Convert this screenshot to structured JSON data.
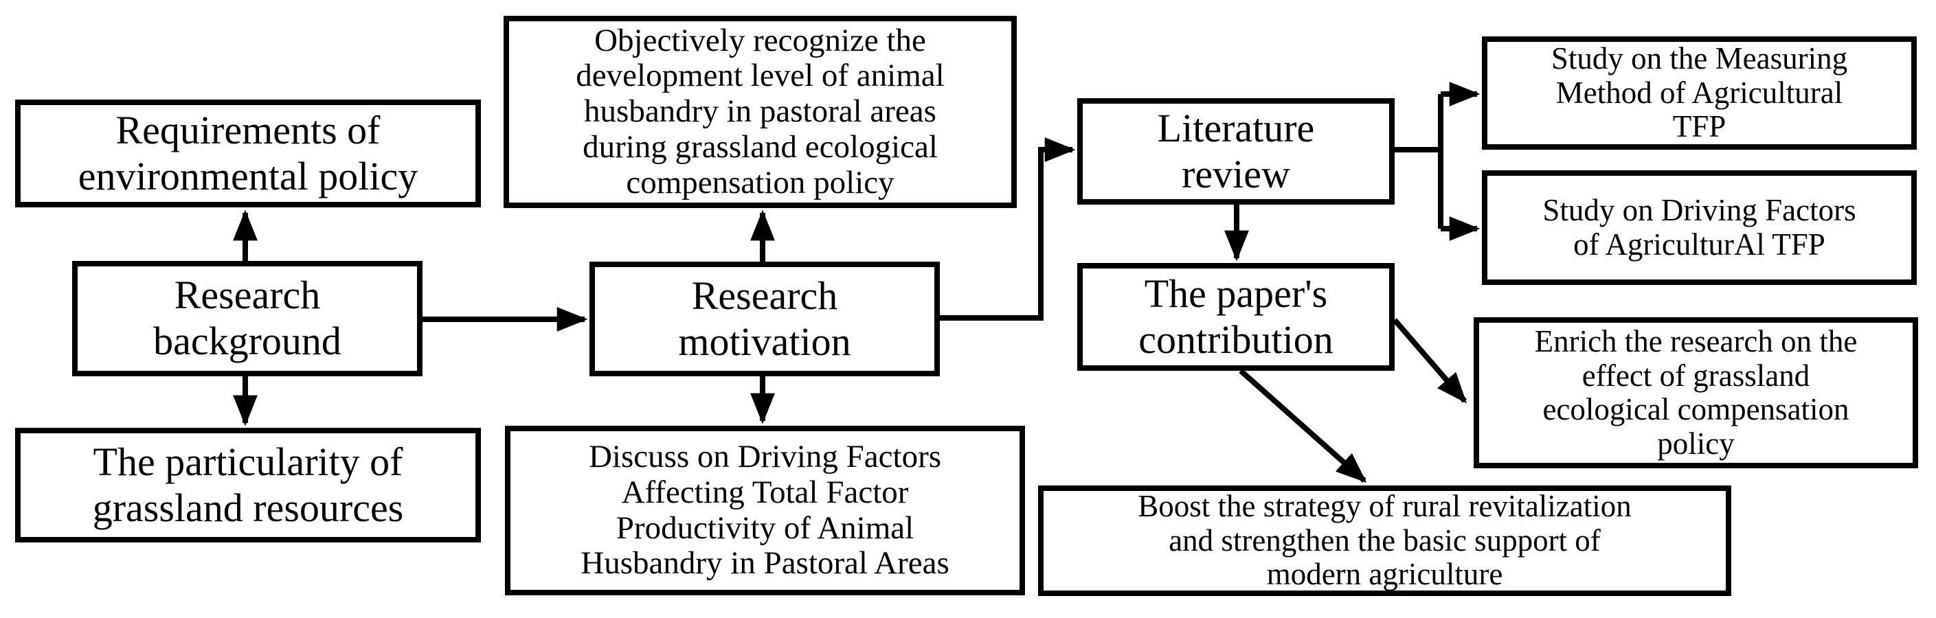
{
  "diagram": {
    "title": "Research framework flowchart",
    "background_color": "#ffffff",
    "line_color": "#000000",
    "text_color": "#000000",
    "nodes": [
      {
        "id": "requirements",
        "label": "Requirements of\nenvironmental policy"
      },
      {
        "id": "background",
        "label": "Research\nbackground"
      },
      {
        "id": "particularity",
        "label": "The particularity of\ngrassland resources"
      },
      {
        "id": "objectively",
        "label": "Objectively recognize the\ndevelopment level of animal\nhusbandry in pastoral areas\nduring grassland ecological\ncompensation policy"
      },
      {
        "id": "motivation",
        "label": "Research\nmotivation"
      },
      {
        "id": "discuss",
        "label": "Discuss on Driving Factors\nAffecting Total Factor\nProductivity of Animal\nHusbandry in Pastoral Areas"
      },
      {
        "id": "literature",
        "label": "Literature\nreview"
      },
      {
        "id": "contribution",
        "label": "The paper's\ncontribution"
      },
      {
        "id": "measuring",
        "label": "Study on the Measuring\nMethod of Agricultural\nTFP"
      },
      {
        "id": "driving",
        "label": "Study on Driving Factors\nof AgriculturAl TFP"
      },
      {
        "id": "enrich",
        "label": "Enrich the research on the\neffect of grassland\necological compensation\npolicy"
      },
      {
        "id": "boost",
        "label": "Boost the strategy of rural revitalization\nand strengthen the basic support of\nmodern agriculture"
      }
    ],
    "edges": [
      {
        "from": "background",
        "to": "requirements"
      },
      {
        "from": "background",
        "to": "particularity"
      },
      {
        "from": "background",
        "to": "motivation"
      },
      {
        "from": "motivation",
        "to": "objectively"
      },
      {
        "from": "motivation",
        "to": "discuss"
      },
      {
        "from": "motivation",
        "to": "literature"
      },
      {
        "from": "literature",
        "to": "contribution"
      },
      {
        "from": "literature",
        "to": "measuring"
      },
      {
        "from": "literature",
        "to": "driving"
      },
      {
        "from": "contribution",
        "to": "enrich"
      },
      {
        "from": "contribution",
        "to": "boost"
      }
    ]
  }
}
